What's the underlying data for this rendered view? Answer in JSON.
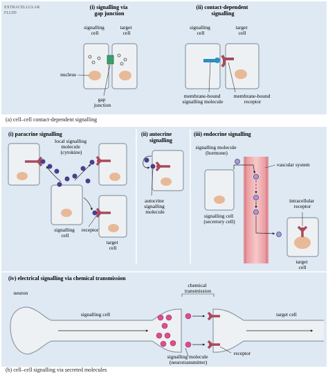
{
  "panel_a": {
    "extracellular": [
      "EXTRACELLULAR",
      "FLUID"
    ],
    "section_i_title": [
      "(i)  signalling via",
      "gap junction"
    ],
    "section_ii_title": [
      "(ii)  contact-dependent",
      "signalling"
    ],
    "signalling_cell": [
      "signalling",
      "cell"
    ],
    "target_cell": [
      "target",
      "cell"
    ],
    "nucleus": "nucleus",
    "gap_junction": [
      "gap",
      "junction"
    ],
    "membrane_bound_signalling": [
      "membrane-bound",
      "signalling molecule"
    ],
    "membrane_bound_receptor": [
      "membrane-bound",
      "receptor"
    ],
    "caption": "(a)  cell–cell contact-dependent signalling"
  },
  "panel_b": {
    "paracrine_title": "(i)  paracrine signalling",
    "local_signalling": [
      "local signalling",
      "molecule",
      "(cytokine)"
    ],
    "signalling_cell": [
      "signalling",
      "cell"
    ],
    "receptor": "receptor",
    "target_cell": [
      "target",
      "cell"
    ],
    "autocrine_title": [
      "(ii)  autocrine",
      "signalling"
    ],
    "autocrine_molecule": [
      "autocrine",
      "signalling",
      "molecule"
    ],
    "endocrine_title": "(iii)  endocrine signalling",
    "signalling_molecule_hormone": [
      "signalling molecule",
      "(hormone)"
    ],
    "vascular_system": "vascular system",
    "signalling_cell_secretory": [
      "signalling cell",
      "(secretory cell)"
    ],
    "intracellular_receptor": [
      "intracellular",
      "receptor"
    ],
    "endocrine_target_cell": [
      "target",
      "cell"
    ],
    "electrical_title": "(iv)  electrical signalling via chemical transmission",
    "chemical_transmission": [
      "chemical",
      "transmission"
    ],
    "neuron": "neuron",
    "signalling_cell_label": "signalling cell",
    "target_cell_label": "target cell",
    "signalling_molecule_nt": [
      "signalling molecule",
      "(neurotransmitter)"
    ],
    "receptor_label": "receptor",
    "caption": "(b)  cell–cell signalling via secreted molecules"
  },
  "colors": {
    "panel_bg": "#dfe9f3",
    "cell_fill": "#eef1f3",
    "nucleus": "#e8b998",
    "receptor": "#a84a5c",
    "signal_purple": "#4a3d8c",
    "vessel": "#f0b0b4",
    "neurotransmitter": "#d94f8f",
    "gap_junction": "#3aa06a",
    "membrane_signal": "#2a8fc0"
  }
}
